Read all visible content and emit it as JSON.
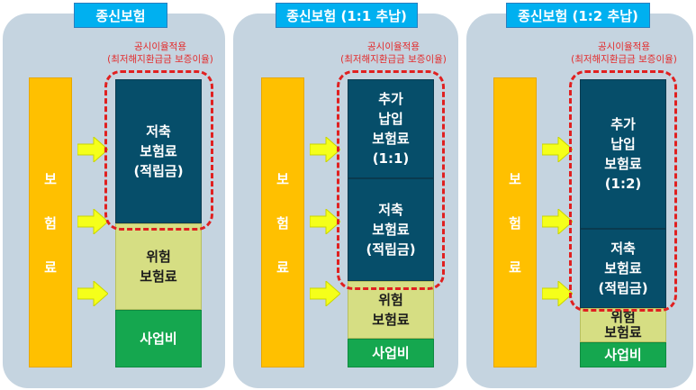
{
  "panels": [
    {
      "title": "종신보험",
      "note_line1": "공시이율적용",
      "note_line2": "(최저해지환급금 보증이율)",
      "premium_chars": [
        "보",
        "험",
        "료"
      ],
      "blocks": [
        "저축\n보험료\n(적립금)",
        "위험\n보험료",
        "사업비"
      ]
    },
    {
      "title": "종신보험 (1:1 추납)",
      "note_line1": "공시이율적용",
      "note_line2": "(최저해지환급금 보증이율)",
      "premium_chars": [
        "보",
        "험",
        "료"
      ],
      "blocks": [
        "추가\n납입\n보험료\n(1:1)",
        "저축\n보험료\n(적립금)",
        "위험\n보험료",
        "사업비"
      ]
    },
    {
      "title": "종신보험 (1:2 추납)",
      "note_line1": "공시이율적용",
      "note_line2": "(최저해지환급금 보증이율)",
      "premium_chars": [
        "보",
        "험",
        "료"
      ],
      "blocks": [
        "추가\n납입\n보험료\n(1:2)",
        "저축\n보험료\n(적립금)",
        "위험\n보험료",
        "사업비"
      ]
    }
  ],
  "colors": {
    "panel_bg": "#c5d4e0",
    "title_bg": "#00b0f0",
    "premium_bar": "#ffc000",
    "savings_block": "#064e6a",
    "risk_block": "#d6de83",
    "expense_block": "#15a74f",
    "arrow": "#f5ff1a",
    "dashed_outline": "#e02020"
  }
}
